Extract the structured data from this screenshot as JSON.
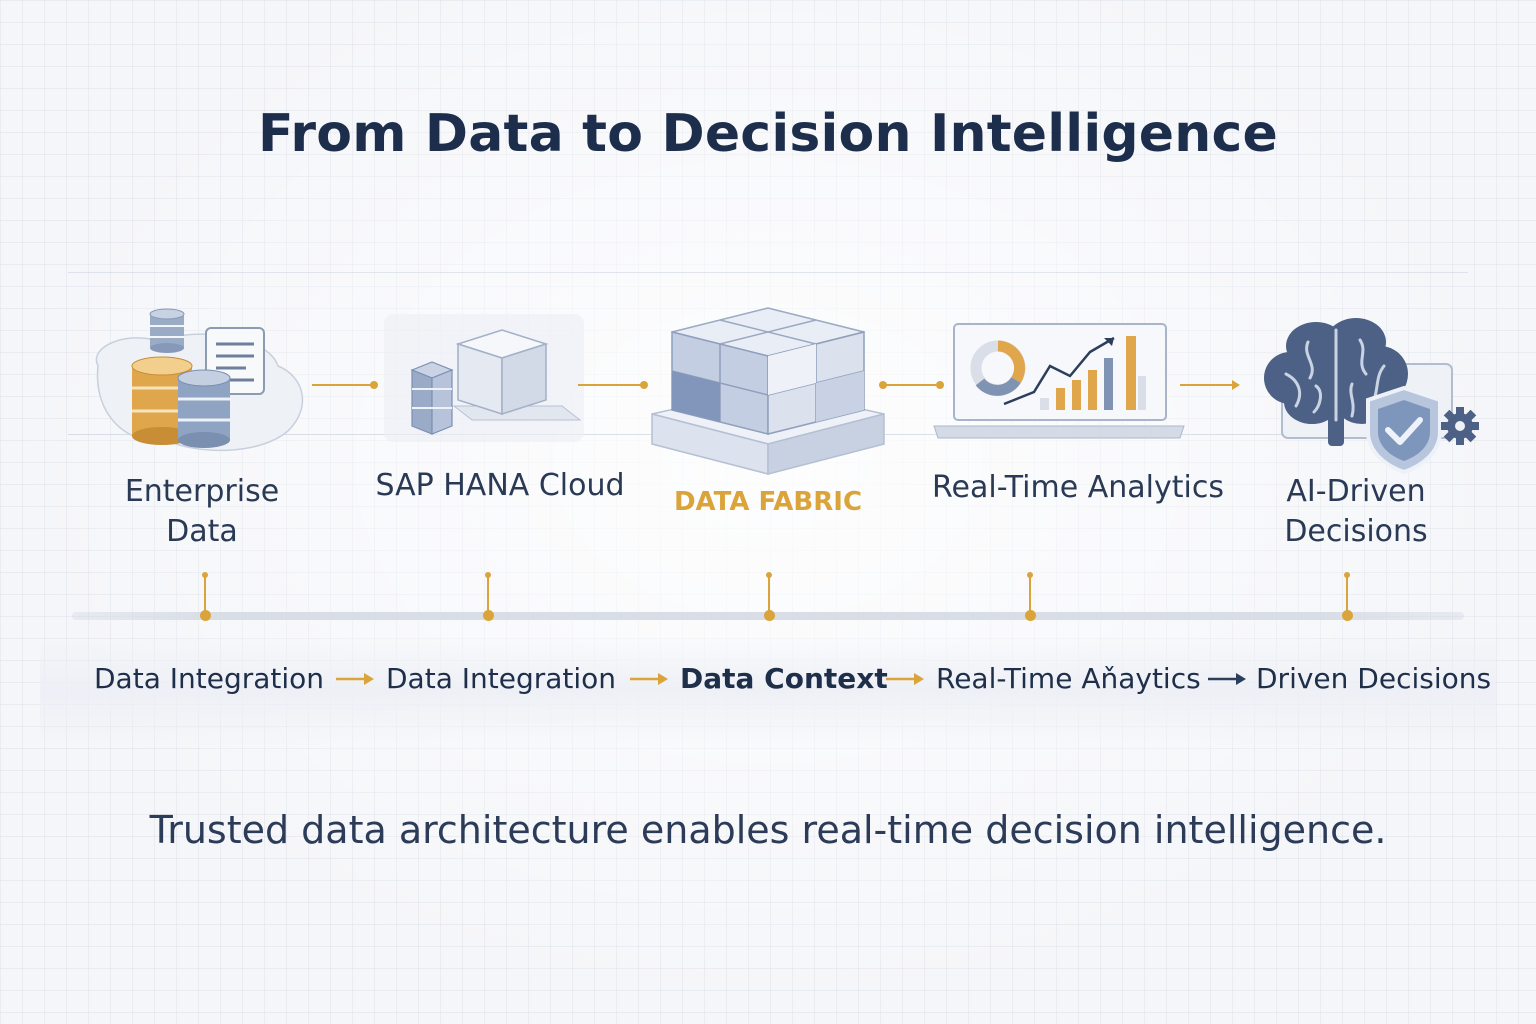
{
  "title": "From Data to Decision Intelligence",
  "stages": [
    {
      "label": "Enterprise\nData",
      "icon": "database-stack-icon"
    },
    {
      "label": "SAP HANA Cloud",
      "icon": "cloud-cubes-icon"
    },
    {
      "label": "DATA FABRIC",
      "icon": "fabric-cube-icon",
      "highlight": true
    },
    {
      "label": "Real-Time Analytics",
      "icon": "analytics-dashboard-icon"
    },
    {
      "label": "AI-Driven\nDecisions",
      "icon": "brain-shield-icon"
    }
  ],
  "process": [
    {
      "label": "Data Integration"
    },
    {
      "label": "Data Integration"
    },
    {
      "label": "Data Context"
    },
    {
      "label": "Real-Time Aňaytics"
    },
    {
      "label": "Driven Decisions"
    }
  ],
  "tagline": "Trusted data architecture enables real-time decision intelligence.",
  "colors": {
    "accent": "#dba43a",
    "navy": "#1d2e4c",
    "steel": "#7f93b3",
    "background": "#f5f6f9"
  }
}
